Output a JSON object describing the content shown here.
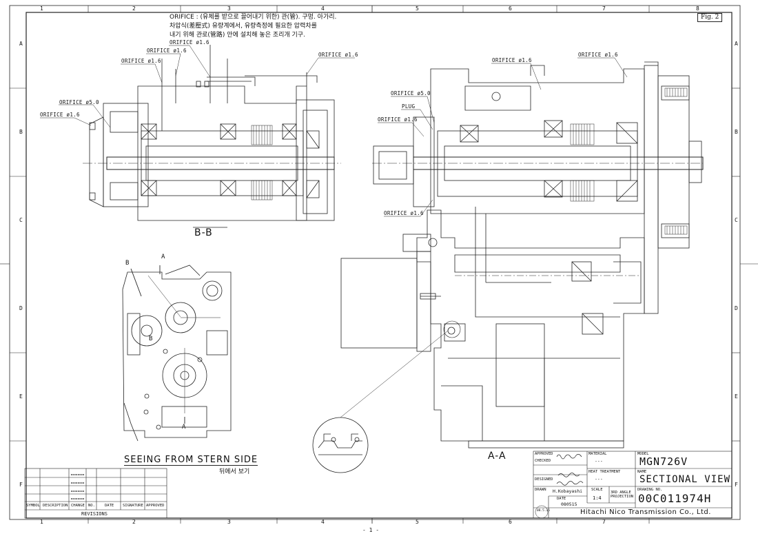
{
  "zone_numbers": [
    "1",
    "2",
    "3",
    "4",
    "5",
    "6",
    "7",
    "8"
  ],
  "zone_letters": [
    "A",
    "B",
    "C",
    "D",
    "E",
    "F"
  ],
  "fig_label": "Fig. 2",
  "note": {
    "line1": "ORIFICE : (유체를 받으로 끌어내기 위한) 관(管). 구멍. 아가리.",
    "line2": "차압식(差壓式) 유량계에서, 유량측정에 필요한 압력차를",
    "line3": "내기 위해 관로(管路) 안에 설치해 놓은 조리개 기구."
  },
  "callouts_bb": {
    "o1": "ORIFICE ø1.6",
    "o2": "ORIFICE ø1.6",
    "o3": "ORIFICE ø1.6",
    "o4": "ORIFICE ø1.6",
    "o5": "ORIFICE ø5.0",
    "o6": "ORIFICE ø1.6"
  },
  "callouts_aa": {
    "o1": "ORIFICE ø1.6",
    "o2": "ORIFICE ø1.6",
    "o3": "ORIFICE ø5.0",
    "plug": "PLUG",
    "o4": "ORIFICE ø1.6",
    "o5": "ORIFICE ø1.6"
  },
  "view_labels": {
    "bb": "B-B",
    "aa": "A-A",
    "stern": "SEEING FROM STERN SIDE",
    "stern_kr": "뒤에서 보기",
    "marker_b_top": "B",
    "marker_b_bottom": "B",
    "marker_a_top": "A",
    "marker_a_bottom": "A"
  },
  "revisions": {
    "headers": [
      "SYMBOL",
      "DESCRIPTION",
      "CHANGE",
      "NO.",
      "DATE",
      "SIGNATURE",
      "APPROVED"
    ],
    "footer": "REVISIONS"
  },
  "title_block": {
    "approved_label": "APPROVED",
    "checked_label": "CHECKED",
    "designed_label": "DESIGNED",
    "drawn_label": "DRAWN",
    "drawn_value": "H.Kobayashi",
    "date_label": "DATE",
    "date_value": "080515",
    "material_label": "MATERIAL",
    "material_value": "---",
    "heat_label": "HEAT TREATMENT",
    "heat_value": "---",
    "scale_label": "SCALE",
    "scale_value": "1:4",
    "projection_label": "3RD ANGLE PROJECTION",
    "model_label": "MODEL",
    "model_value": "MGN726V",
    "name_label": "NAME",
    "name_value": "SECTIONAL VIEW",
    "drawing_no_label": "DRAWING NO.",
    "drawing_no_value": "00C011974H",
    "company": "Hitachi Nico Transmission Co., Ltd.",
    "stamp": "08.5.15"
  },
  "page_number": "- 1 -"
}
